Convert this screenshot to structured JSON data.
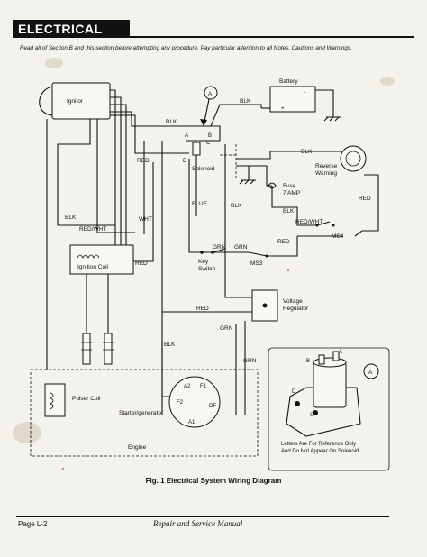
{
  "header": {
    "section_title": "ELECTRICAL",
    "intro": "Read all of Section B and this section before attempting any procedure. Pay particular attention to all Notes, Cautions and Warnings."
  },
  "components": {
    "ignitor": "Ignitor",
    "battery": "Battery",
    "solenoid": "Solenoid",
    "reverse_warning": [
      "Reverse",
      "Warning"
    ],
    "fuse": [
      "Fuse",
      "7 AMP"
    ],
    "ignition_coil": "Ignition Coil",
    "key_switch": [
      "Key",
      "Switch"
    ],
    "voltage_regulator": [
      "Voltage",
      "Regulator"
    ],
    "pulser_coil": "Pulser Coil",
    "starter_generator": "Starter/generator",
    "engine": "Engine",
    "ms3": "MS3",
    "ms4": "MS4",
    "callout": "A"
  },
  "terminals": {
    "a": "A",
    "b": "B",
    "c": "C",
    "d": "D",
    "a1": "A1",
    "a2": "A2",
    "f1": "F1",
    "f2": "F2",
    "df": "DF",
    "plus": "+",
    "minus": "-"
  },
  "wires": {
    "blk": "BLK",
    "red": "RED",
    "wht": "WHT",
    "blue": "BLUE",
    "grn": "GRN",
    "red_wht": "RED/WHT"
  },
  "inset": {
    "note": [
      "Letters Are For Reference Only",
      "And Do Not Appear On Solenoid"
    ]
  },
  "caption": "Fig. 1  Electrical System Wiring Diagram",
  "footer": {
    "page": "Page L-2",
    "title": "Repair and Service Manual"
  }
}
